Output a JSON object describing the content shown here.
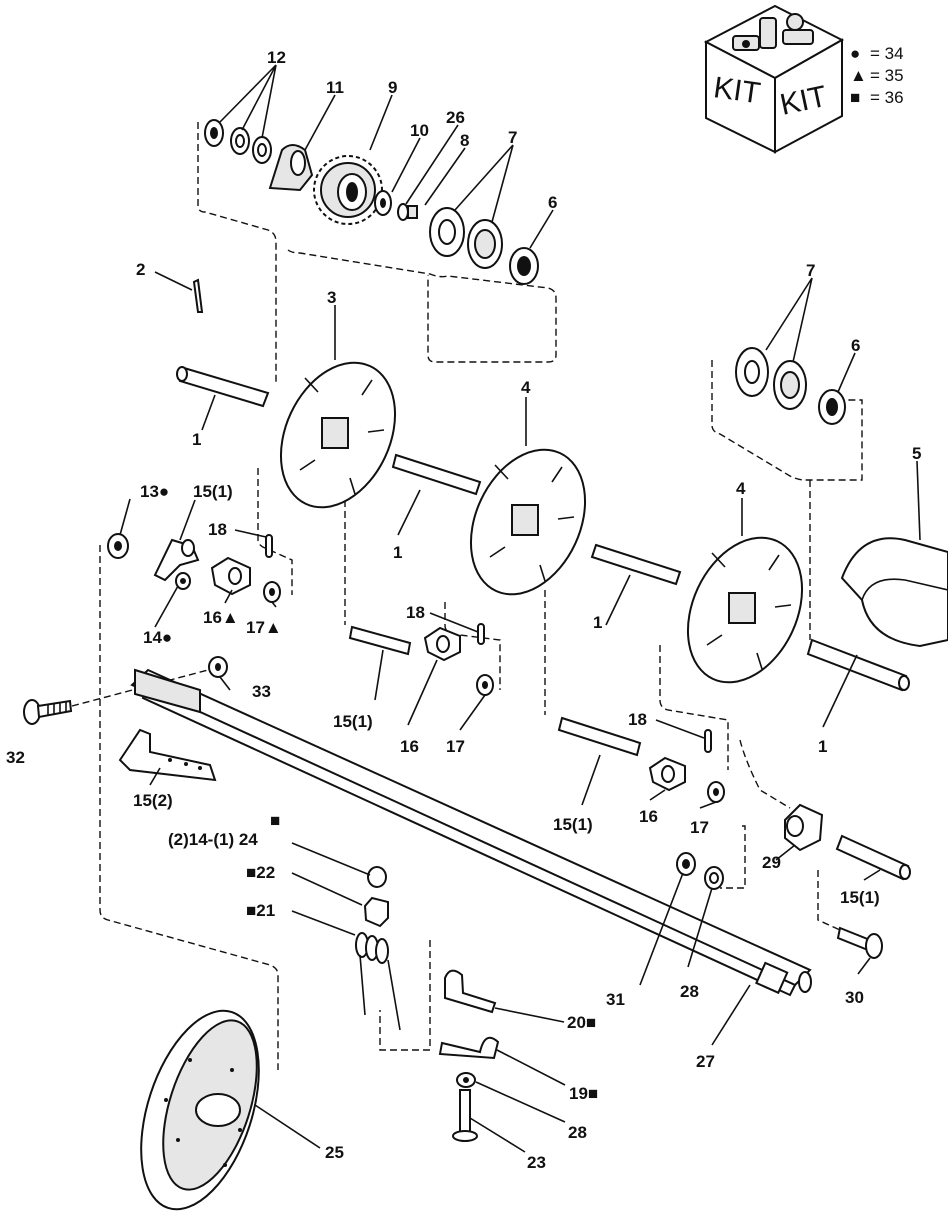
{
  "kit": {
    "box_label_left": "KIT",
    "box_label_right": "KIT",
    "legend": [
      {
        "symbol": "●",
        "text": "= 34"
      },
      {
        "symbol": "▲",
        "text": "= 35"
      },
      {
        "symbol": "■",
        "text": "= 36"
      }
    ]
  },
  "callouts": {
    "c12": "12",
    "c11": "11",
    "c9": "9",
    "c10": "10",
    "c26": "26",
    "c8": "8",
    "c7a": "7",
    "c6a": "6",
    "c2": "2",
    "c3": "3",
    "c1a": "1",
    "c1b": "1",
    "c4a": "4",
    "c7b": "7",
    "c6b": "6",
    "c4b": "4",
    "c5": "5",
    "c13": "13●",
    "c15a": "15(1)",
    "c18a": "18",
    "c16a": "16▲",
    "c17a": "17▲",
    "c14": "14●",
    "c1c": "1",
    "c1d": "1",
    "c18b": "18",
    "c15b": "15(1)",
    "c16b": "16",
    "c17b": "17",
    "c33": "33",
    "c32": "32",
    "c15c": "15(2)",
    "c18c": "18",
    "c16c": "16",
    "c17c": "17",
    "c15d": "15(1)",
    "c24sym": "■",
    "c24": "(2)14-(1) 24",
    "c22": "■22",
    "c21": "■21",
    "c29": "29",
    "c15e": "15(1)",
    "c31": "31",
    "c28a": "28",
    "c30": "30",
    "c27": "27",
    "c20": "20■",
    "c19": "19■",
    "c28b": "28",
    "c23": "23",
    "c25": "25"
  }
}
